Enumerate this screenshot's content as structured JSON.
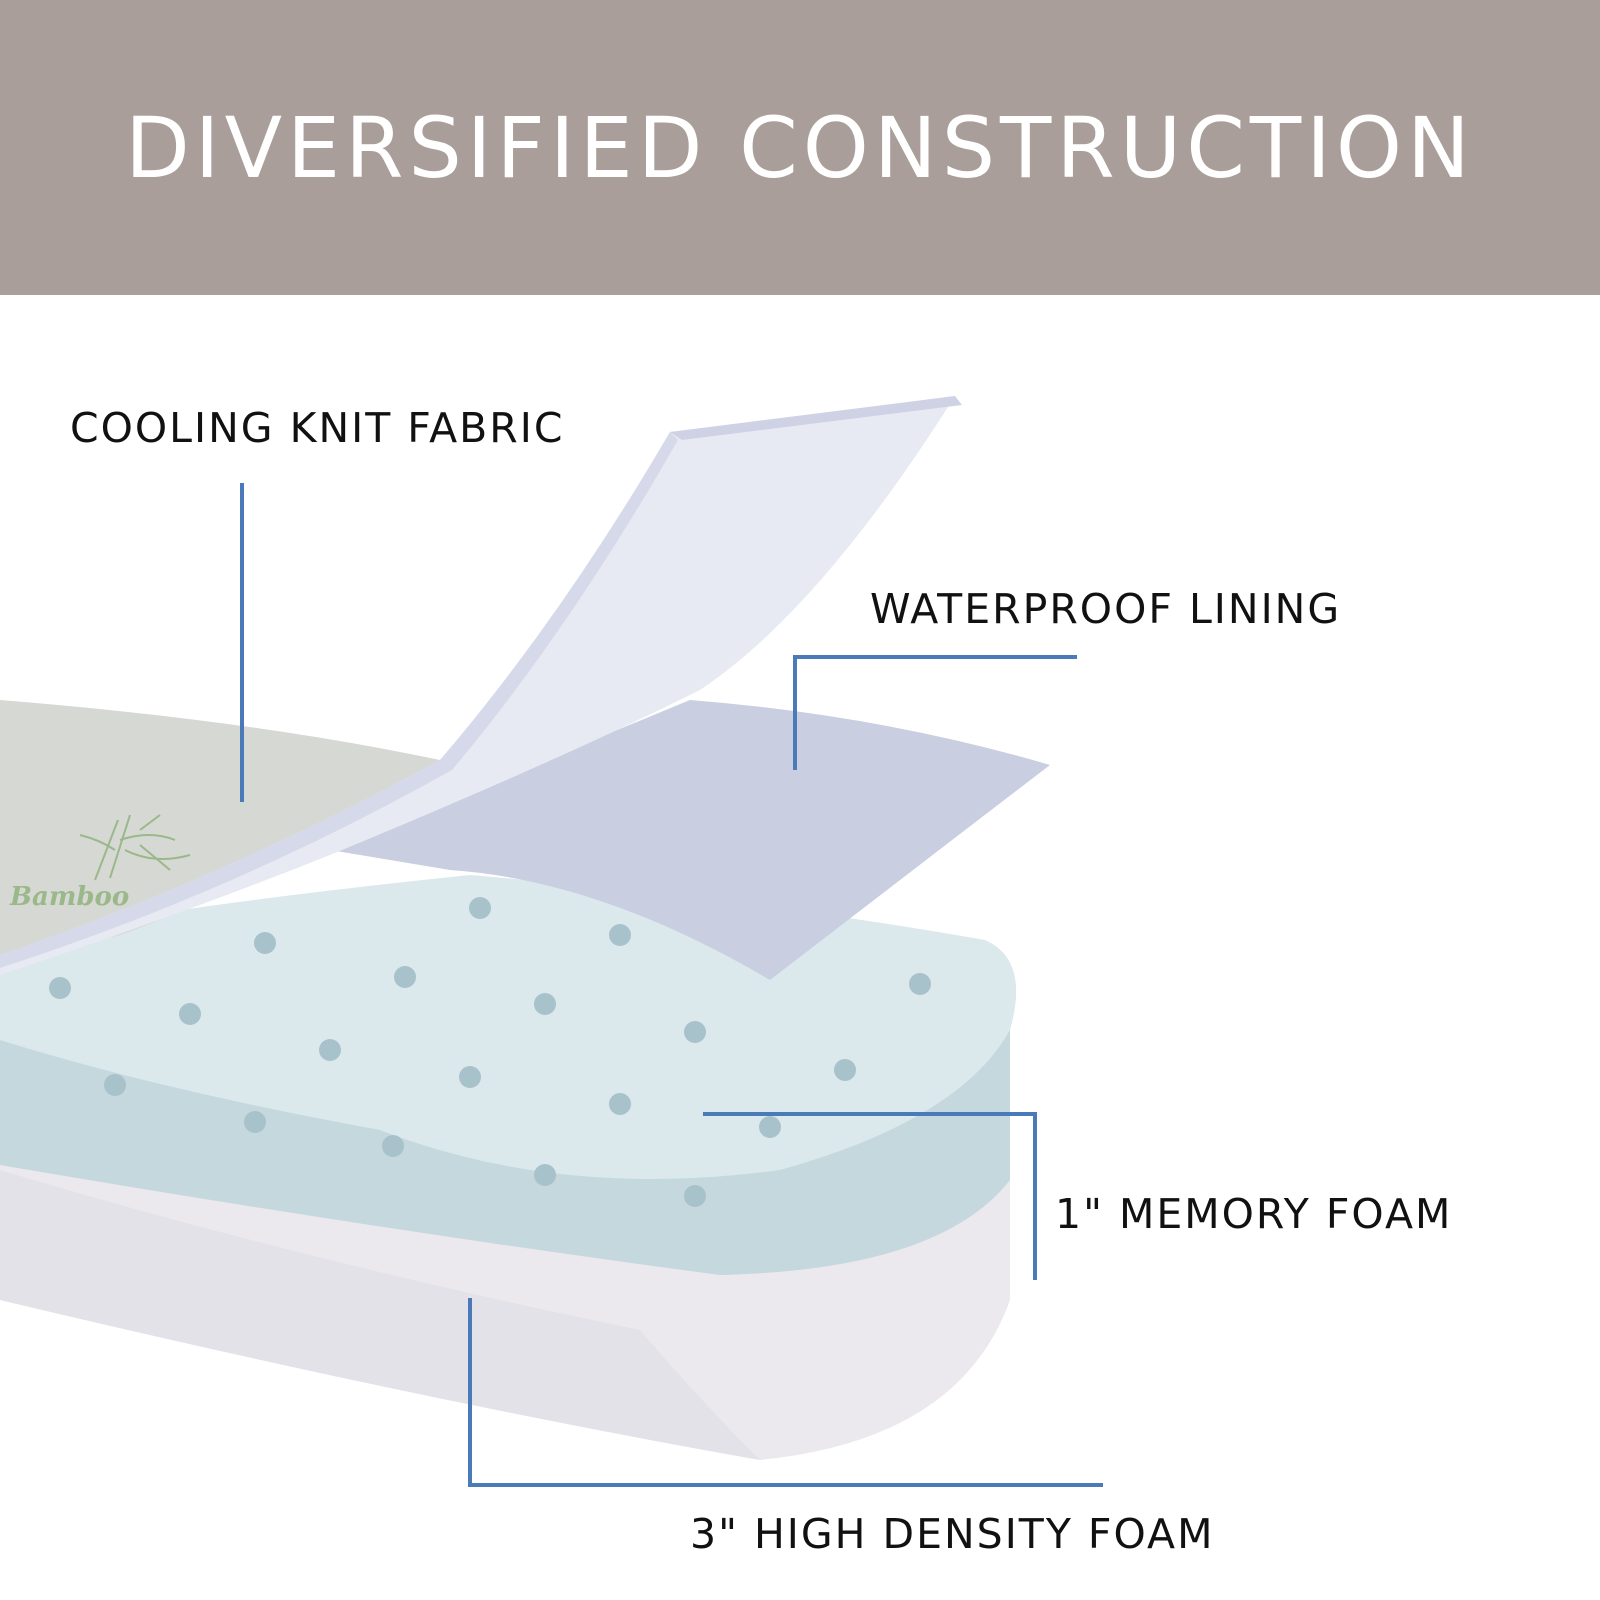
{
  "banner": {
    "title": "DIVERSIFIED CONSTRUCTION",
    "background_color": "#a99e99",
    "text_color": "#ffffff"
  },
  "labels": {
    "cooling_knit_fabric": "COOLING KNIT FABRIC",
    "waterproof_lining": "WATERPROOF LINING",
    "memory_foam": "1\" MEMORY FOAM",
    "high_density_foam": "3\" HIGH DENSITY FOAM"
  },
  "fabric_brand": "Bamboo",
  "colors": {
    "leader_line": "#4a7ab8",
    "fabric": "#d6d8d4",
    "lining": "#c9cee0",
    "memory_foam": "#dbe8ec",
    "memory_foam_dots": "#a8c2cb",
    "high_density_foam": "#ebe9ee"
  },
  "icons": [
    "bamboo-icon"
  ]
}
